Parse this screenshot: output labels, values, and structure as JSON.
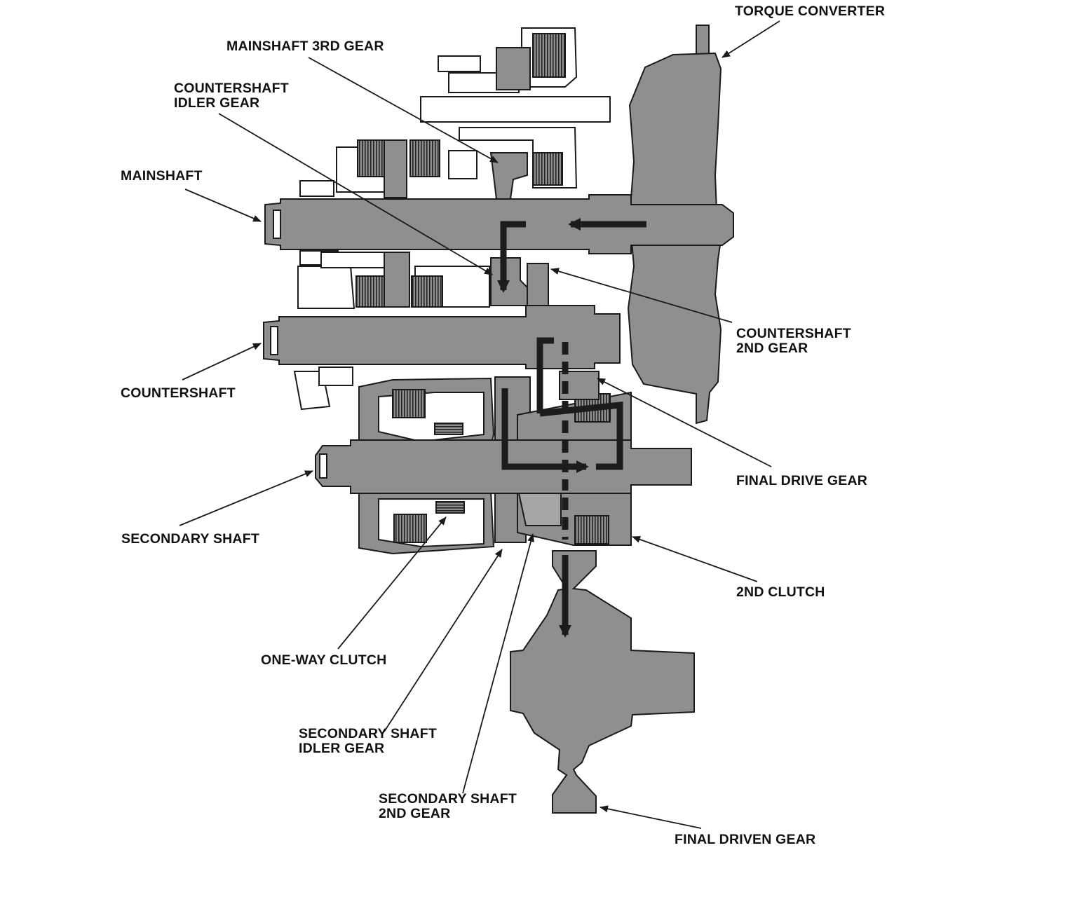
{
  "labels": {
    "torque_converter": "TORQUE CONVERTER",
    "mainshaft_3rd_gear": "MAINSHAFT 3RD GEAR",
    "countershaft_idler_gear": [
      "COUNTERSHAFT",
      "IDLER GEAR"
    ],
    "mainshaft": "MAINSHAFT",
    "countershaft_2nd_gear": [
      "COUNTERSHAFT",
      "2ND GEAR"
    ],
    "countershaft": "COUNTERSHAFT",
    "final_drive_gear": "FINAL DRIVE GEAR",
    "secondary_shaft": "SECONDARY SHAFT",
    "second_clutch": "2ND CLUTCH",
    "one_way_clutch": "ONE-WAY CLUTCH",
    "secondary_shaft_idler_gear": [
      "SECONDARY SHAFT",
      "IDLER GEAR"
    ],
    "secondary_shaft_2nd_gear": [
      "SECONDARY SHAFT",
      "2ND GEAR"
    ],
    "final_driven_gear": "FINAL DRIVEN GEAR"
  },
  "colors": {
    "part_fill": "#8f8f8f",
    "outline": "#1a1a1a",
    "power_flow": "#1c1c1c",
    "background": "#ffffff"
  }
}
